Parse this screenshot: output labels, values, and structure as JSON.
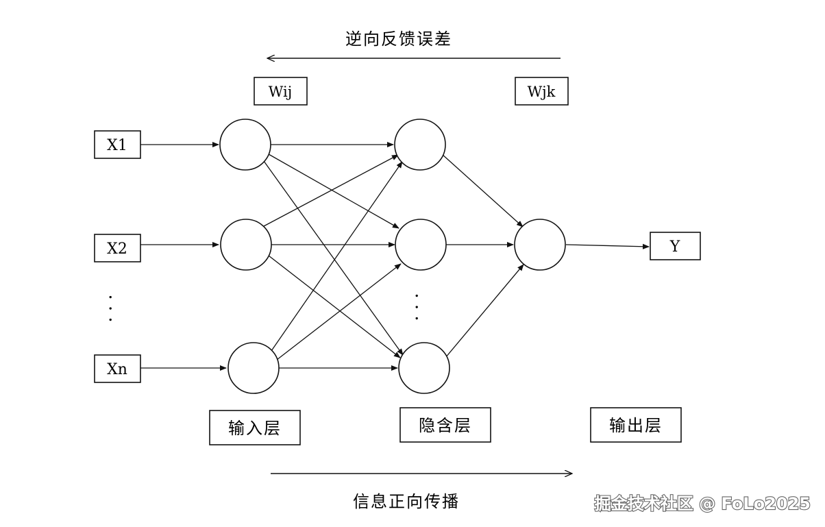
{
  "feedback_label": "逆向反馈误差",
  "forward_label": "信息正向传播",
  "weights": {
    "input_hidden": "Wij",
    "hidden_output": "Wjk"
  },
  "inputs": [
    "X1",
    "X2",
    "Xn"
  ],
  "output": "Y",
  "ellipsis": ". . .",
  "layers": {
    "input": "输入层",
    "hidden": "隐含层",
    "output": "输出层"
  },
  "watermark": "掘金技术社区 @ FoLo2025"
}
